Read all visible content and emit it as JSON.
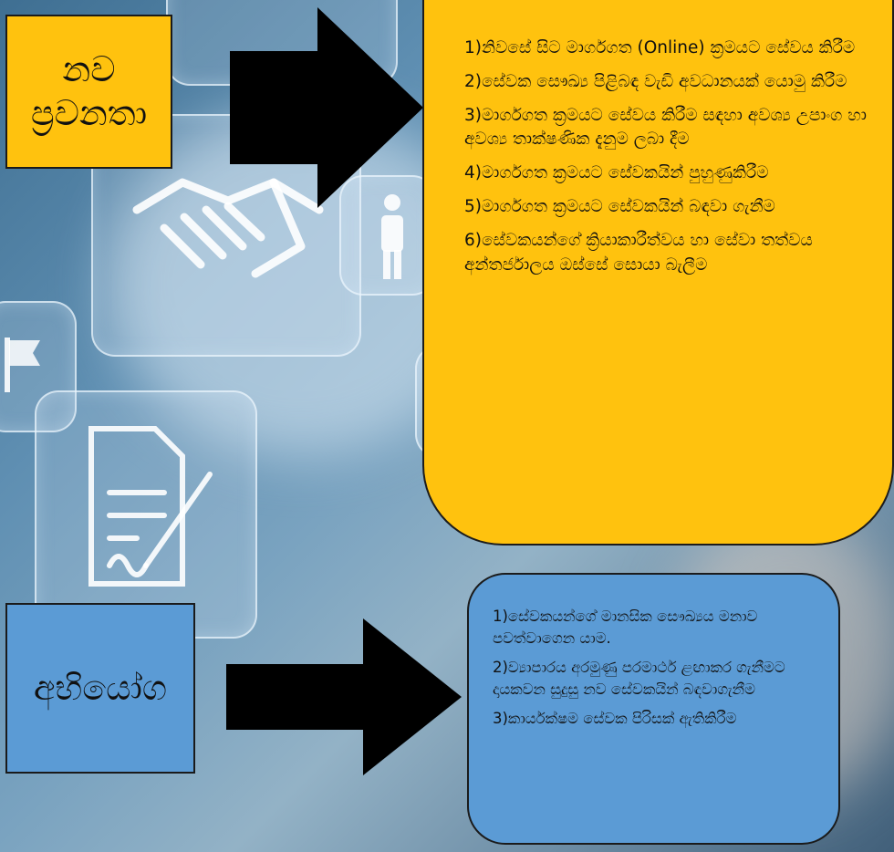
{
  "labels": {
    "new_trends": "නව ප්‍රවනතා",
    "challenges": "අභියෝග"
  },
  "trends": {
    "items": [
      "1)නිවසේ සිට මාර්ගගත (Online) ක්‍රමයට සේවය කිරීම",
      "2)සේවක සෞඛ්‍ය පිළිබඳ වැඩි අවධානයක් යොමු කිරීම",
      "3)මාර්ගගත ක්‍රමයට සේවය කිරීම සඳහා අවශ්‍ය උපාංග හා අවශ්‍ය තාක්ෂණික දැනුම ලබා දීම",
      "4)මාර්ගගත ක්‍රමයට සේවකයින් පුහුණුකිරීම",
      "5)මාර්ගගත ක්‍රමයට සේවකයින් බඳවා ගැනීම",
      "6)සේවකයන්ගේ ක්‍රියාකාරීත්වය හා සේවා තත්වය අන්තර්ජාලය ඔස්සේ සොයා බැලීම"
    ]
  },
  "challenges": {
    "items": [
      "1)සේවකයන්ගේ මානසික සෞඛ්‍යය මනාව පවත්වාගෙන යාම.",
      "2)ව්‍යාපාරය අරමුණු පරමාර්ථ ළඟාකර ගැනීමට දායකවන සුදුසු නව සේවකයින් බඳවාගැනීම",
      "3)කාර්යක්ෂම සේවක පිරිසක් ඇතිකිරීම"
    ]
  },
  "colors": {
    "trends_fill": "#ffc20e",
    "challenges_fill": "#5b9bd5",
    "arrow": "#000000"
  },
  "icons": [
    "handshake-icon",
    "person-icon",
    "document-pen-icon",
    "flag-icon"
  ]
}
